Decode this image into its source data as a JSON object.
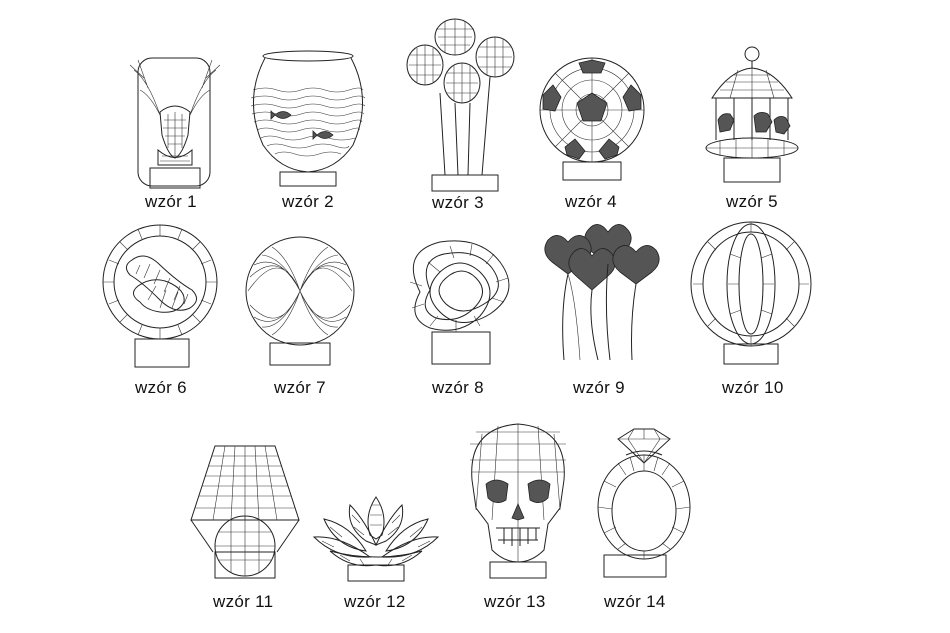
{
  "patterns": [
    {
      "label": "wzór 1",
      "icon": "deer-head-icon"
    },
    {
      "label": "wzór 2",
      "icon": "fishbowl-icon"
    },
    {
      "label": "wzór 3",
      "icon": "balloons-icon"
    },
    {
      "label": "wzór 4",
      "icon": "soccer-ball-icon"
    },
    {
      "label": "wzór 5",
      "icon": "carousel-icon"
    },
    {
      "label": "wzór 6",
      "icon": "ring-knot-icon"
    },
    {
      "label": "wzór 7",
      "icon": "sphere-swirl-icon"
    },
    {
      "label": "wzór 8",
      "icon": "trefoil-knot-icon"
    },
    {
      "label": "wzór 9",
      "icon": "heart-balloons-icon"
    },
    {
      "label": "wzór 10",
      "icon": "interlocked-rings-icon"
    },
    {
      "label": "wzór 11",
      "icon": "table-lamp-icon"
    },
    {
      "label": "wzór 12",
      "icon": "lotus-flower-icon"
    },
    {
      "label": "wzór 13",
      "icon": "skull-icon"
    },
    {
      "label": "wzór 14",
      "icon": "diamond-ring-icon"
    }
  ]
}
